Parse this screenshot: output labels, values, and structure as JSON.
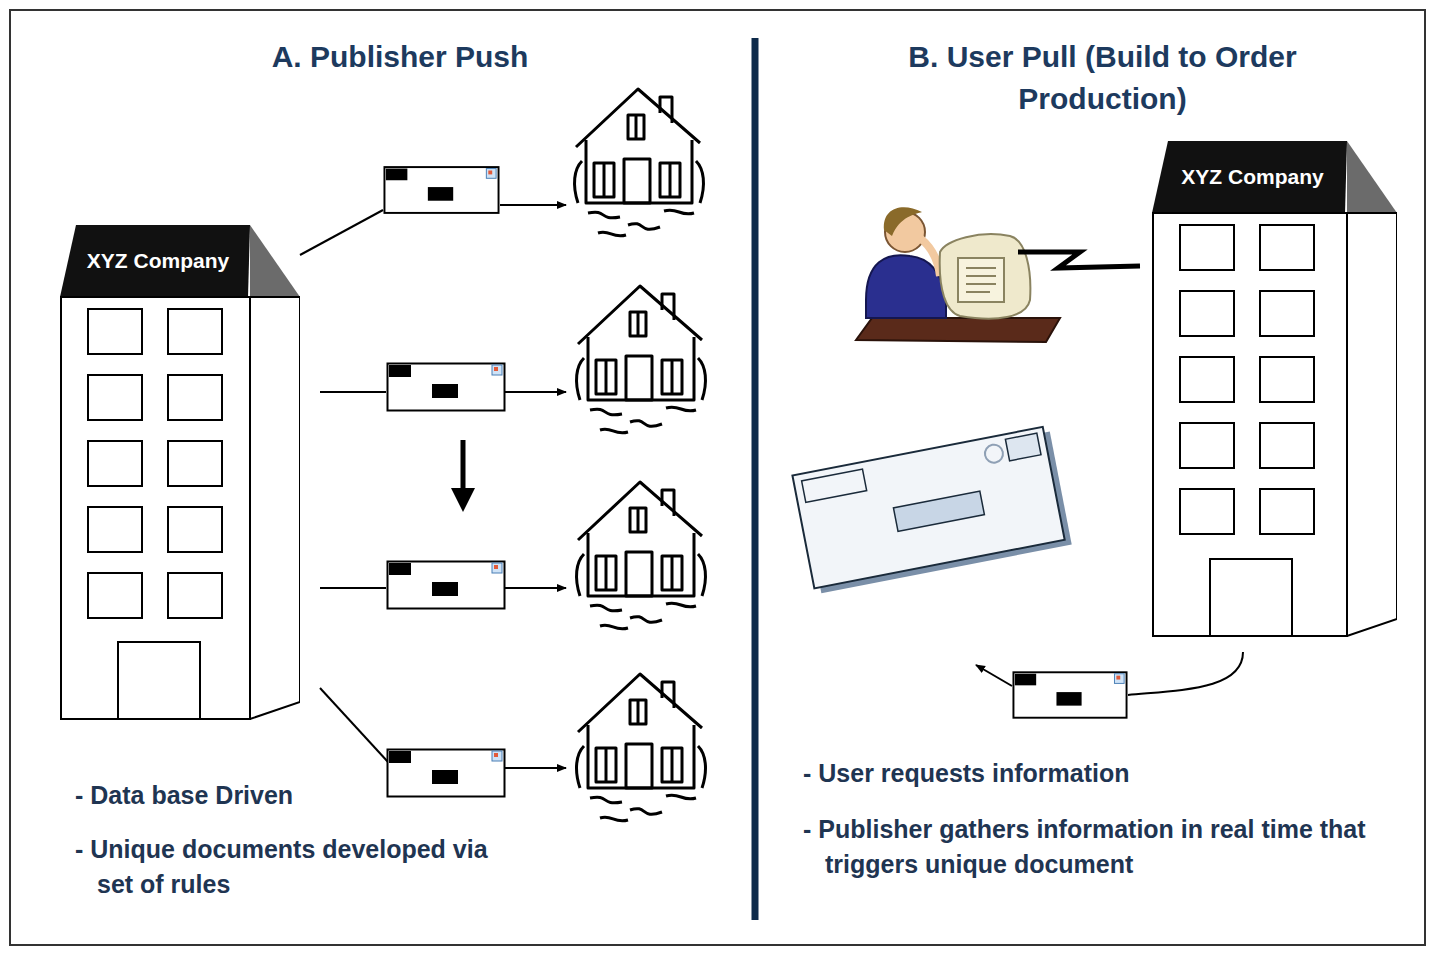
{
  "diagram": {
    "nodes": [
      {
        "text": [
          "XYZ Company"
        ]
      },
      {
        "text": [
          "XYZ Company"
        ]
      }
    ],
    "labels": [
      "A. Publisher Push",
      "B. User Pull (Build to Order Production)",
      "- Data base Driven",
      "- Unique documents developed via set of rules",
      "- User requests information",
      "- Publisher gathers information in real time that triggers unique document"
    ]
  }
}
